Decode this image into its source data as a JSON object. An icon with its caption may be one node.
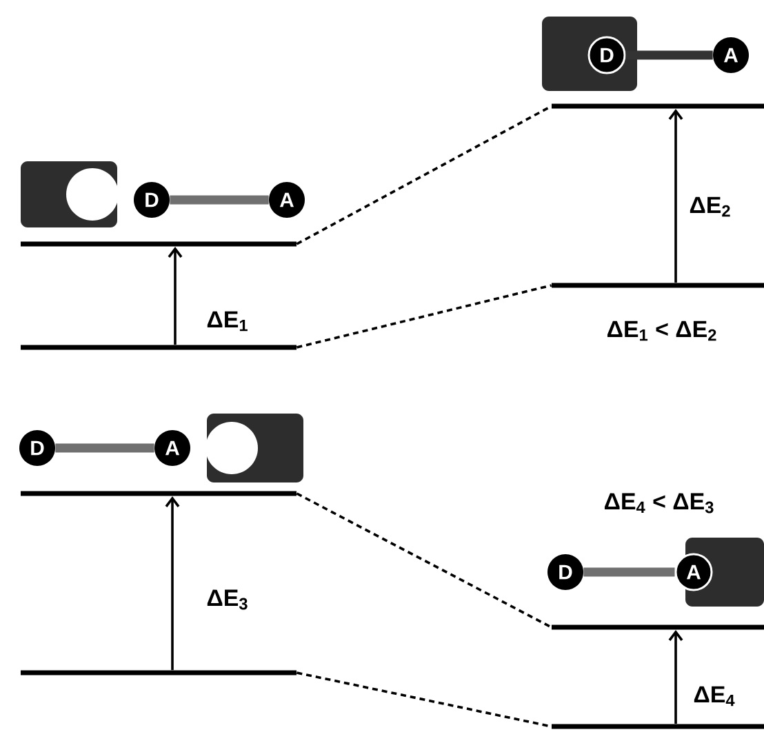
{
  "diagram": {
    "nodes": [
      {
        "text": [],
        "shape": "bar"
      },
      {
        "text": [],
        "shape": "bar"
      },
      {
        "text": [],
        "shape": "bar"
      },
      {
        "text": [],
        "shape": "bar"
      },
      {
        "text": [],
        "shape": "bar"
      },
      {
        "text": [],
        "shape": "bar"
      },
      {
        "text": [],
        "shape": "bar"
      },
      {
        "text": [],
        "shape": "bar"
      },
      {
        "text": [
          "D"
        ]
      },
      {
        "text": [
          "A"
        ]
      },
      {
        "text": [
          "D"
        ]
      },
      {
        "text": [
          "A"
        ]
      },
      {
        "text": [
          "D"
        ]
      },
      {
        "text": [
          "A"
        ]
      },
      {
        "text": [
          "D"
        ]
      },
      {
        "text": [
          "A"
        ]
      }
    ],
    "edges": [
      {
        "from": 0,
        "to": 2,
        "arrow": "none",
        "style": "dashed"
      },
      {
        "from": 1,
        "to": 3,
        "arrow": "none",
        "style": "dashed"
      },
      {
        "from": 4,
        "to": 6,
        "arrow": "none",
        "style": "dashed"
      },
      {
        "from": 5,
        "to": 7,
        "arrow": "none",
        "style": "dashed"
      },
      {
        "from": 8,
        "to": 9,
        "arrow": "none",
        "style": "thick",
        "color": "#707070"
      },
      {
        "from": 10,
        "to": 11,
        "arrow": "none",
        "style": "thick",
        "color": "#333333"
      },
      {
        "from": 12,
        "to": 13,
        "arrow": "none",
        "style": "thick",
        "color": "#707070"
      },
      {
        "from": 14,
        "to": 15,
        "arrow": "none",
        "style": "thick",
        "color": "#707070"
      },
      {
        "from": 1,
        "to": 0,
        "arrow": "to"
      },
      {
        "from": 3,
        "to": 2,
        "arrow": "to"
      },
      {
        "from": 5,
        "to": 4,
        "arrow": "to"
      },
      {
        "from": 7,
        "to": 6,
        "arrow": "to"
      }
    ],
    "labels": [
      "ΔE$_{2}$",
      "ΔE$_{1}$",
      "ΔE$_{1}$ < ΔE$_{2}$",
      "ΔE$_{4}$ < ΔE$_{3}$",
      "ΔE$_{3}$",
      "ΔE$_{4}$"
    ]
  }
}
